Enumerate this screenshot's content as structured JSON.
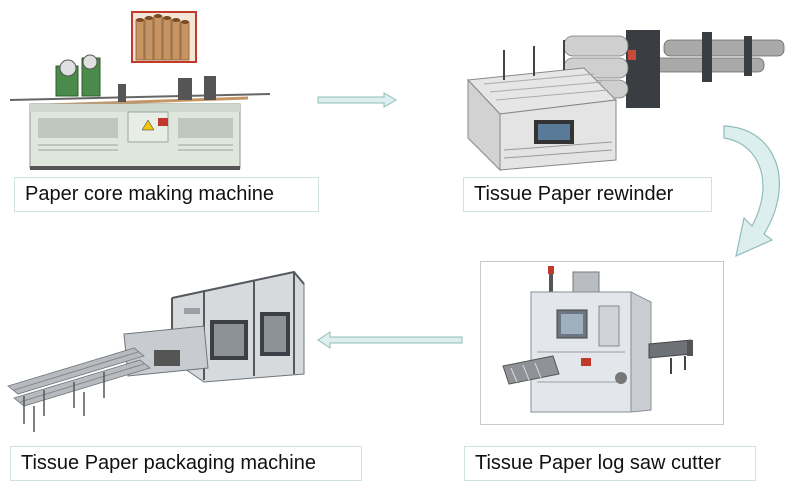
{
  "steps": [
    {
      "label": "Paper core making machine"
    },
    {
      "label": "Tissue Paper rewinder"
    },
    {
      "label": "Tissue Paper log saw cutter"
    },
    {
      "label": "Tissue Paper packaging machine"
    }
  ],
  "colors": {
    "arrow_fill": "#dcefee",
    "arrow_stroke": "#8fbcbb",
    "label_border": "#cfe2e0",
    "machine_body": "#dfe7dc",
    "machine_dark": "#3a3d42",
    "cutter_body": "#e3e6ea",
    "packaging_frame": "#c8ccd1",
    "paper_core": "#c79564"
  },
  "icons": {
    "arrow_1": "arrow-right-icon",
    "arrow_2": "curved-arrow-down-icon",
    "arrow_3": "arrow-left-icon"
  }
}
